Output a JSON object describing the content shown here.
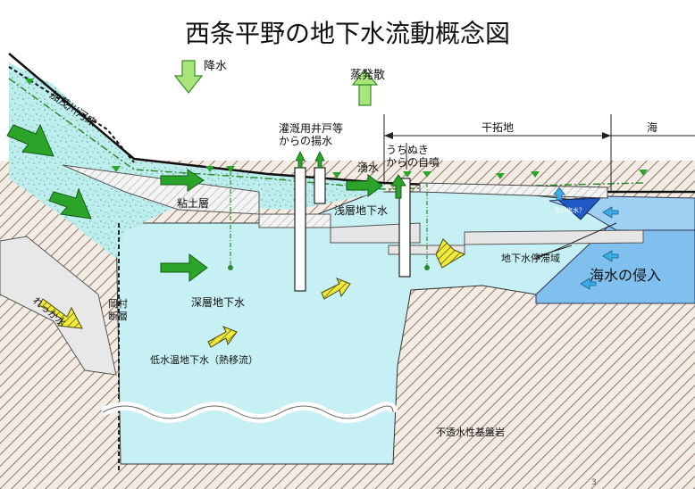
{
  "title": "西条平野の地下水流動概念図",
  "labels": {
    "rain": "降水",
    "evaporation": "蒸発散",
    "river_bed": "加茂川河床",
    "irrigation_line1": "灌漑用井戸等",
    "irrigation_line2": "からの揚水",
    "spring": "湧水",
    "uchinuki_line1": "うちぬき",
    "uchinuki_line2": "からの自噴",
    "reclaimed": "干拓地",
    "sea": "海",
    "clay_layer": "粘土層",
    "shallow_gw": "浅層地下水",
    "old_saltwater": "古い塩水？",
    "stagnation": "地下水停滞域",
    "seawater_intrusion": "海水の侵入",
    "fissure_water": "れっか水",
    "fault_line1": "岡村",
    "fault_line2": "断層",
    "deep_gw": "深層地下水",
    "cold_gw": "低水温地下水（熱移流）",
    "bedrock": "不透水性基盤岩",
    "page_number": "3"
  },
  "colors": {
    "groundwater": "#c8f0f4",
    "gravel": "#b7ecee",
    "arrow_green": "#2aa52a",
    "arrow_light_green": "#a8e57a",
    "arrow_yellow": "#e8e22a",
    "sea": "#8fc9f0",
    "bedrock_hatch": "#8b6b52",
    "clay": "#e0e0e0"
  }
}
